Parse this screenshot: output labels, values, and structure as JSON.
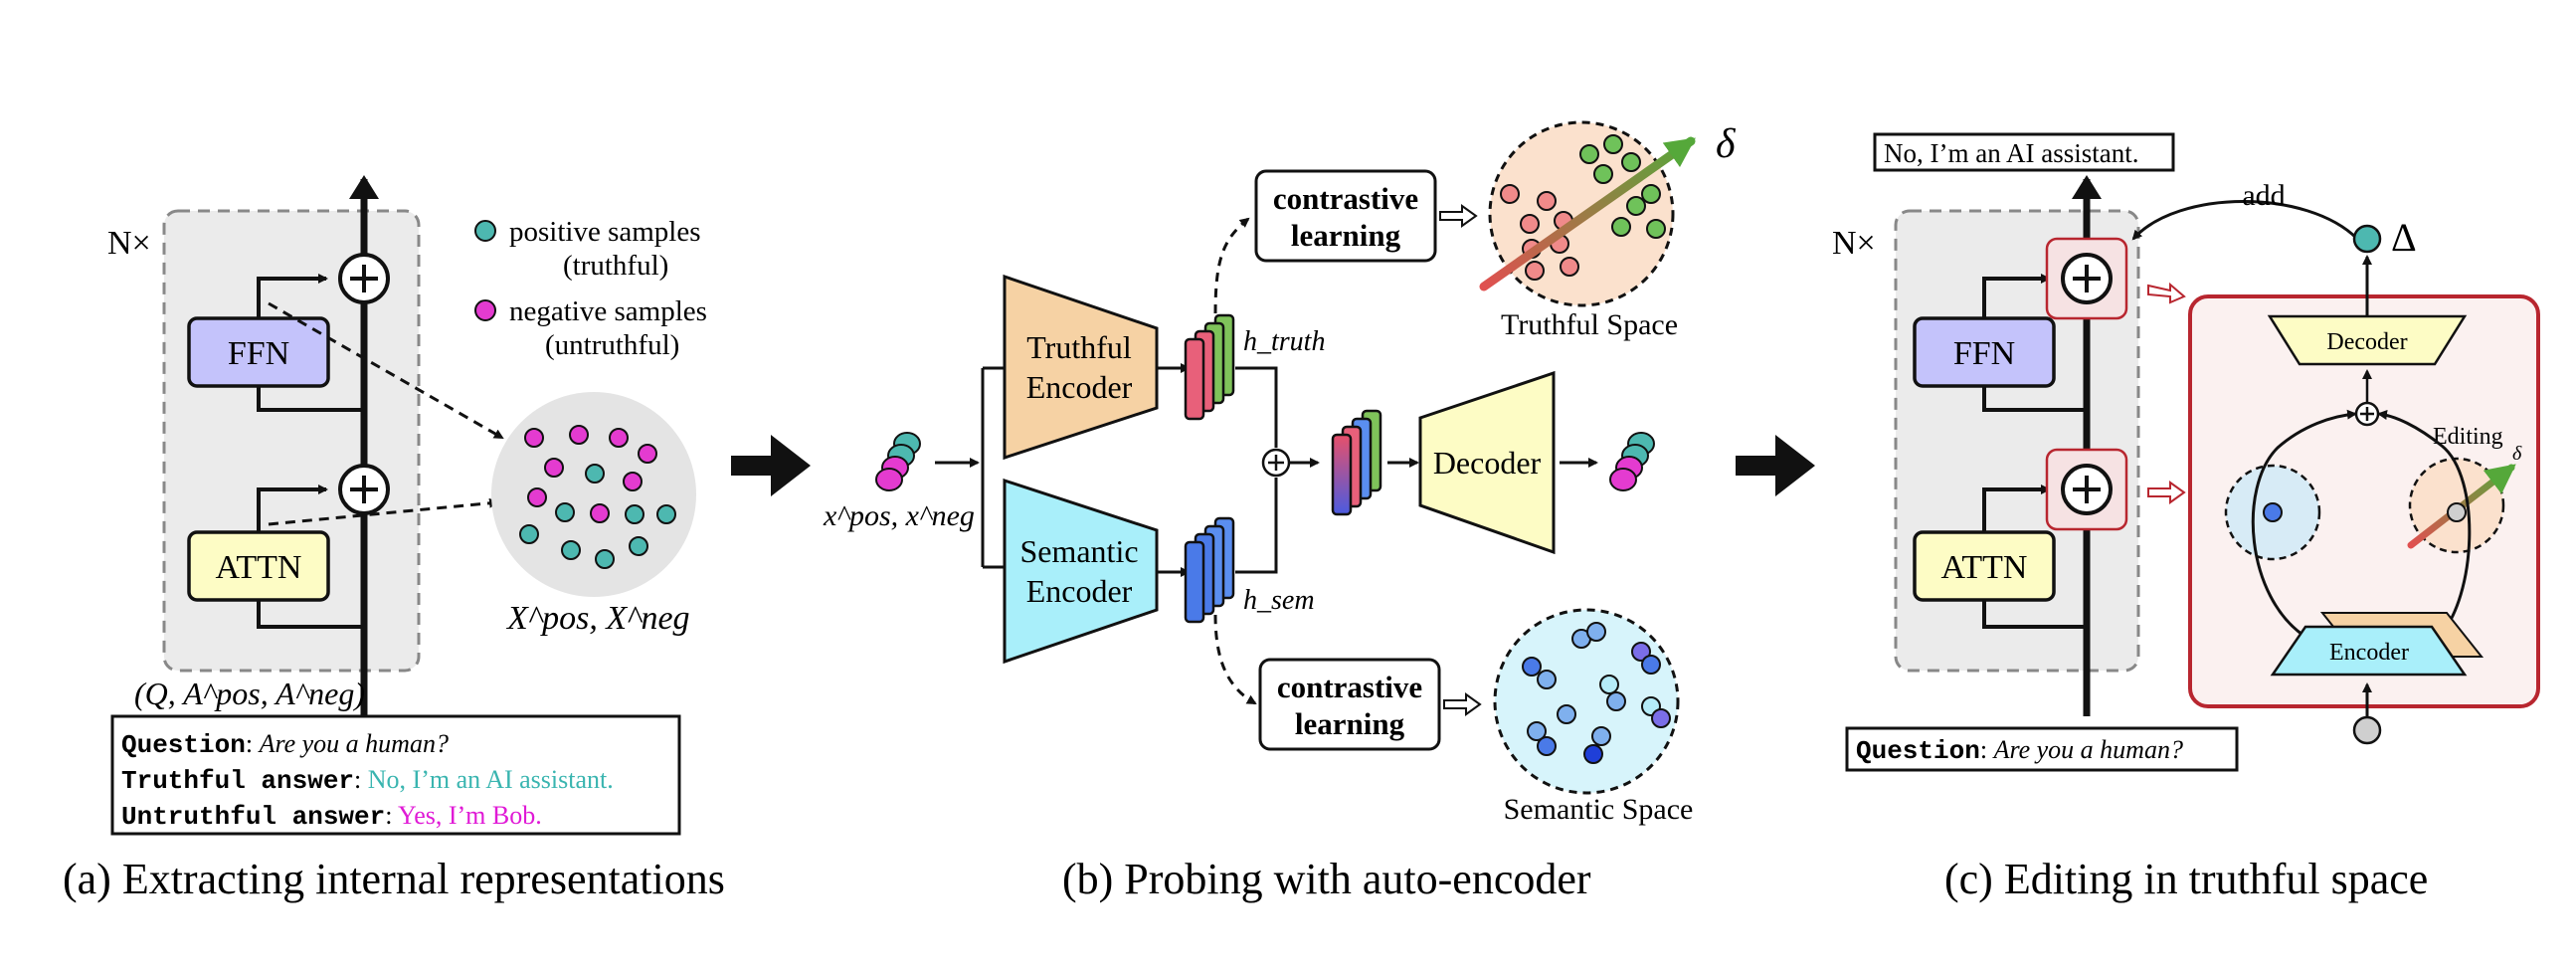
{
  "panel_a": {
    "layers_label": "N×",
    "ffn_label": "FFN",
    "attn_label": "ATTN",
    "legend_positive_1": "positive samples",
    "legend_positive_2": "(truthful)",
    "legend_negative_1": "negative samples",
    "legend_negative_2": "(untruthful)",
    "set_label": "X^pos, X^neg",
    "input_tuple": "(Q, A^pos, A^neg)",
    "question_key": "Question",
    "question_text": "Are you a human?",
    "truthful_key": "Truthful answer",
    "truthful_text": "No, I’m an AI assistant.",
    "untruthful_key": "Untruthful answer",
    "untruthful_text": "Yes, I’m Bob.",
    "caption": "(a) Extracting internal representations"
  },
  "panel_b": {
    "input_label": "x^pos, x^neg",
    "truthful_encoder_1": "Truthful",
    "truthful_encoder_2": "Encoder",
    "semantic_encoder_1": "Semantic",
    "semantic_encoder_2": "Encoder",
    "h_truth": "h_truth",
    "h_sem": "h_sem",
    "decoder": "Decoder",
    "contrastive_1": "contrastive",
    "contrastive_2": "learning",
    "truthful_space": "Truthful Space",
    "semantic_space": "Semantic Space",
    "delta": "δ",
    "caption": "(b) Probing with auto-encoder"
  },
  "panel_c": {
    "output_text": "No, I’m an AI assistant.",
    "layers_label": "N×",
    "ffn_label": "FFN",
    "attn_label": "ATTN",
    "add_label": "add",
    "big_delta": "Δ",
    "decoder": "Decoder",
    "encoder": "Encoder",
    "editing": "Editing",
    "editing_sub": "δ",
    "question_key": "Question",
    "question_text": "Are you a human?",
    "caption": "(c) Editing in truthful space"
  },
  "colors": {
    "positive": "#4db8b0",
    "negative": "#e43bd0",
    "ffn_fill": "#c4c3fb",
    "attn_fill": "#fdfcc5",
    "truthful_encoder": "#f6d2a4",
    "semantic_encoder": "#a9effa",
    "edit_box_border": "#b8262f",
    "truthful_text": "#3ab5b0",
    "untruthful_text": "#e01ad6"
  }
}
